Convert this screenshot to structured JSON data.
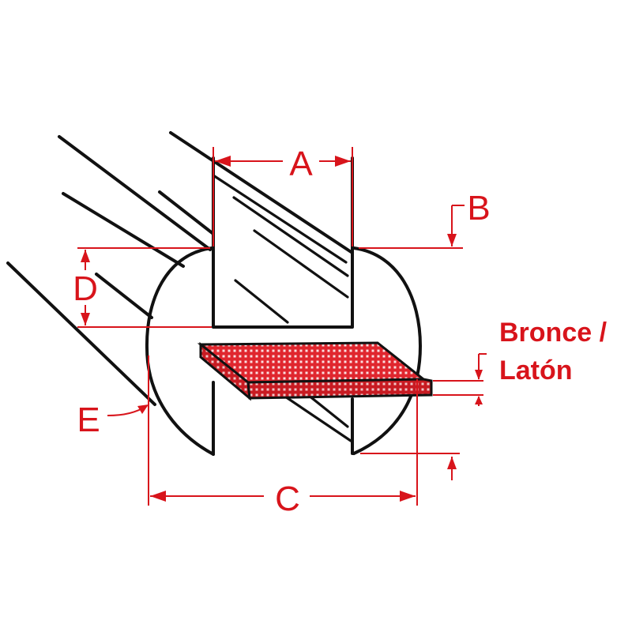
{
  "labels": {
    "dim_a": "A",
    "dim_b": "B",
    "dim_c": "C",
    "dim_d": "D",
    "dim_e": "E",
    "material_line1": "Bronce /",
    "material_line2": "Latón"
  },
  "colors": {
    "dimension": "#d8141b",
    "outline": "#111111",
    "insert_fill": "#e0262e"
  }
}
